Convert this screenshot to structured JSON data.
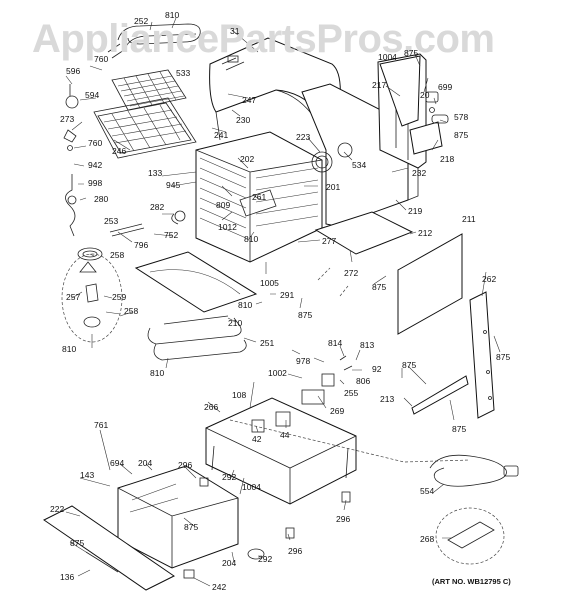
{
  "watermark": "AppliancePartsPros.com",
  "art_number": "(ART NO. WB12795 C)",
  "callouts": {
    "c252": "252",
    "c810a": "810",
    "c31": "31",
    "c875a": "875",
    "c760a": "760",
    "c533": "533",
    "c596": "596",
    "c594": "594",
    "c247": "247",
    "c230": "230",
    "c1004a": "1004",
    "c217": "217",
    "c699": "699",
    "c20": "20",
    "c578": "578",
    "c273": "273",
    "c241": "241",
    "c875b": "875",
    "c760b": "760",
    "c246": "246",
    "c223": "223",
    "c534": "534",
    "c218": "218",
    "c942": "942",
    "c202": "202",
    "c133": "133",
    "c945": "945",
    "c998": "998",
    "c280": "280",
    "c201": "201",
    "c232": "232",
    "c261": "261",
    "c809": "809",
    "c282": "282",
    "c219": "219",
    "c253": "253",
    "c1012": "1012",
    "c810b": "810",
    "c211": "211",
    "c752": "752",
    "c796": "796",
    "c212": "212",
    "c277": "277",
    "c258a": "258",
    "c272": "272",
    "c1005": "1005",
    "c875c": "875",
    "c262": "262",
    "c257": "257",
    "c259": "259",
    "c291": "291",
    "c875d": "875",
    "c258b": "258",
    "c810c": "810",
    "c210": "210",
    "c810d": "810",
    "c251": "251",
    "c814": "814",
    "c813": "813",
    "c978": "978",
    "c92": "92",
    "c875e": "875",
    "c1002": "1002",
    "c255": "255",
    "c806": "806",
    "c810e": "810",
    "c875f": "875",
    "c266": "266",
    "c108": "108",
    "c269": "269",
    "c213": "213",
    "c42": "42",
    "c44": "44",
    "c875g": "875",
    "c761": "761",
    "c694": "694",
    "c204a": "204",
    "c296a": "296",
    "c143": "143",
    "c292a": "292",
    "c1004b": "1004",
    "c554": "554",
    "c222": "222",
    "c875h": "875",
    "c296b": "296",
    "c875i": "875",
    "c204b": "204",
    "c296c": "296",
    "c292b": "292",
    "c268": "268",
    "c136": "136",
    "c242": "242"
  }
}
